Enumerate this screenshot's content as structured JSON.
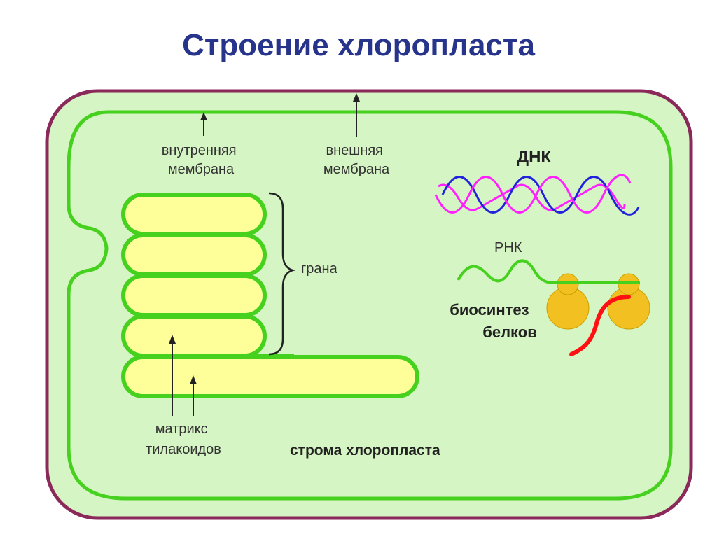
{
  "title": "Строение хлоропласта",
  "labels": {
    "inner_membrane": [
      "внутренняя",
      "мембрана"
    ],
    "outer_membrane": [
      "внешняя",
      "мембрана"
    ],
    "grana": "грана",
    "thylakoid_matrix": [
      "матрикс",
      "тилакоидов"
    ],
    "stroma": "строма хлоропласта",
    "dna": "ДНК",
    "rna": "РНК",
    "protein_biosynthesis": [
      "биосинтез",
      "белков"
    ]
  },
  "colors": {
    "title": "#27348b",
    "outer_membrane": "#8b2a5a",
    "cell_fill": "#d6f5c4",
    "inner_membrane": "#45d11d",
    "thylakoid_fill": "#ffff99",
    "dna_strand_1": "#ff22ff",
    "dna_strand_2": "#2222dd",
    "ribosome": "#f2c021",
    "protein_chain": "#ff1111"
  },
  "icons": [
    "up-arrow",
    "curly-brace",
    "dna-helix",
    "rna-strand",
    "ribosome",
    "protein-chain"
  ]
}
